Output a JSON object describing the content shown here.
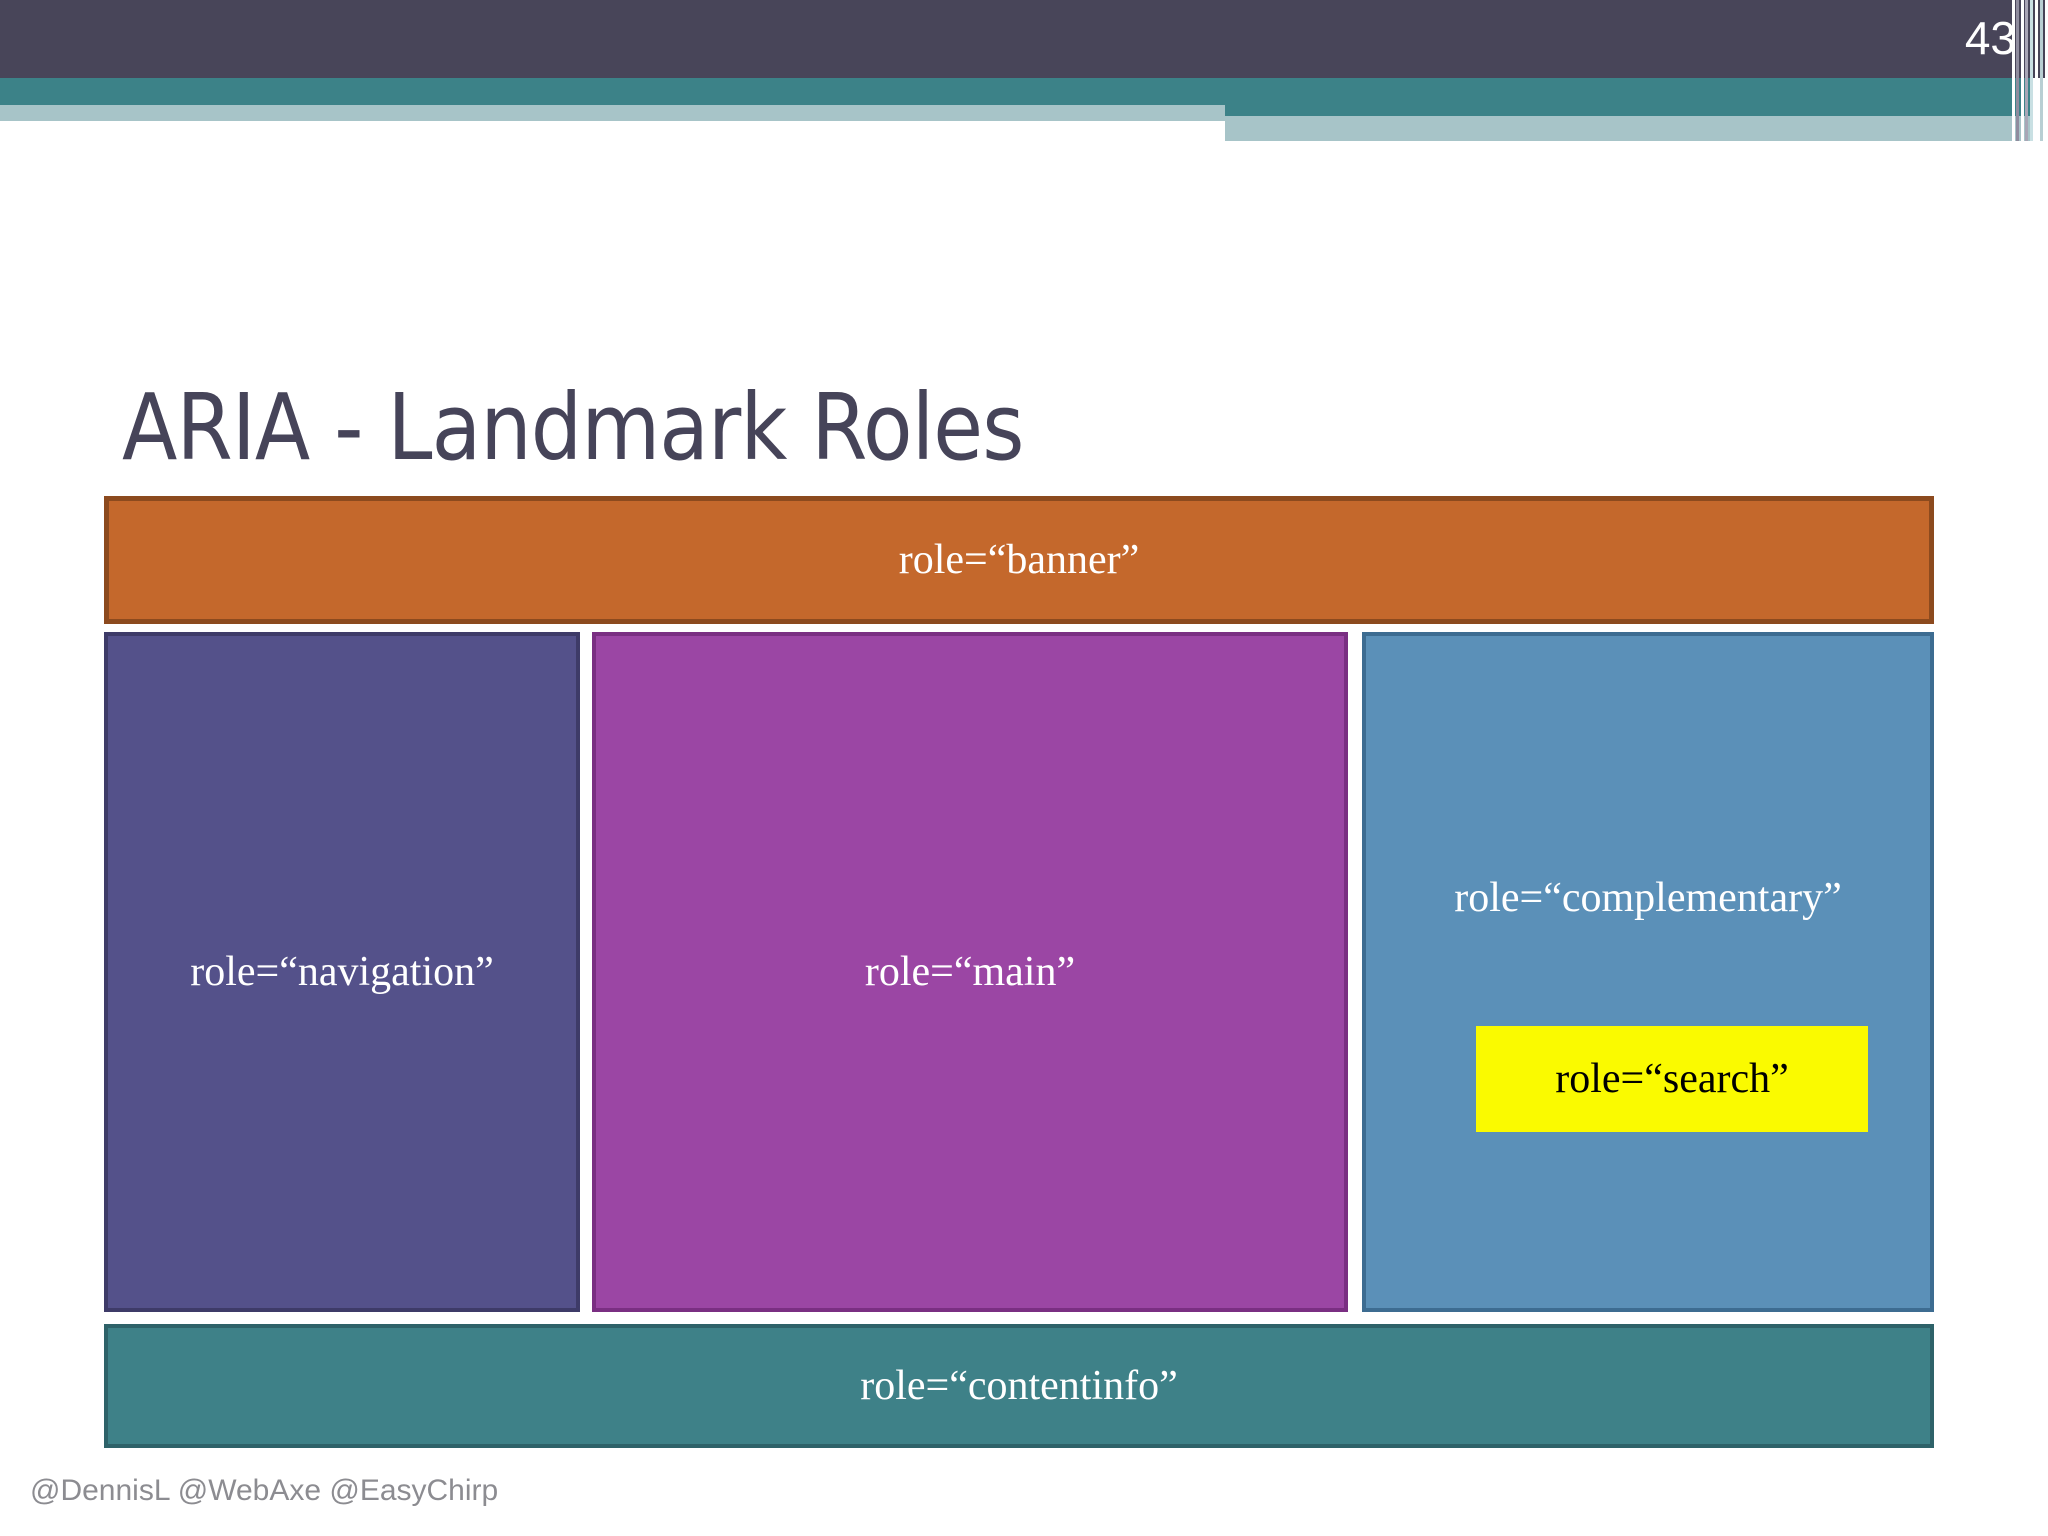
{
  "slide": {
    "page_number": "43",
    "title": "ARIA - Landmark Roles",
    "footer_credit": "@DennisL @WebAxe @EasyChirp"
  },
  "theme": {
    "header_dark": "#484559",
    "header_teal": "#3C8288",
    "header_teal_light": "#A7C4C8",
    "title_color": "#464459",
    "footer_text_color": "#8C8C91",
    "page_background": "#FFFFFF"
  },
  "diagram": {
    "type": "landmark-layout",
    "regions": [
      {
        "key": "banner",
        "label": "role=“banner”",
        "fill": "#C4682C",
        "border": "#8C4A1E",
        "text_color": "#FFFFFF",
        "position": "top-full-width"
      },
      {
        "key": "navigation",
        "label": "role=“navigation”",
        "fill": "#54518A",
        "border": "#3E3B68",
        "text_color": "#FFFFFF",
        "position": "middle-left"
      },
      {
        "key": "main",
        "label": "role=“main”",
        "fill": "#9B46A4",
        "border": "#7A2F82",
        "text_color": "#FFFFFF",
        "position": "middle-center"
      },
      {
        "key": "complementary",
        "label": "role=“complementary”",
        "fill": "#5B90B8",
        "border": "#3D6C91",
        "text_color": "#FFFFFF",
        "position": "middle-right"
      },
      {
        "key": "search",
        "label": "role=“search”",
        "fill": "#FAFA00",
        "border": "#FAFA00",
        "text_color": "#000000",
        "position": "inside-complementary"
      },
      {
        "key": "contentinfo",
        "label": "role=“contentinfo”",
        "fill": "#3E8188",
        "border": "#2E6269",
        "text_color": "#FFFFFF",
        "position": "bottom-full-width"
      }
    ]
  }
}
